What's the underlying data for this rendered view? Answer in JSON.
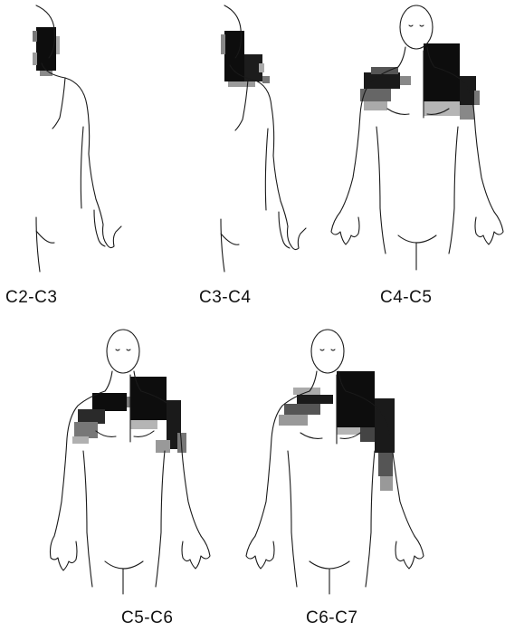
{
  "panels": [
    {
      "label": "C2-C3"
    },
    {
      "label": "C3-C4"
    },
    {
      "label": "C4-C5"
    },
    {
      "label": "C5-C6"
    },
    {
      "label": "C6-C7"
    }
  ],
  "colors": {
    "outline": "#1a1a1a",
    "pain_dense": "#0d0d0d",
    "pain_mid": "#555555",
    "pain_light": "#b0b0b0",
    "background": "#ffffff"
  }
}
